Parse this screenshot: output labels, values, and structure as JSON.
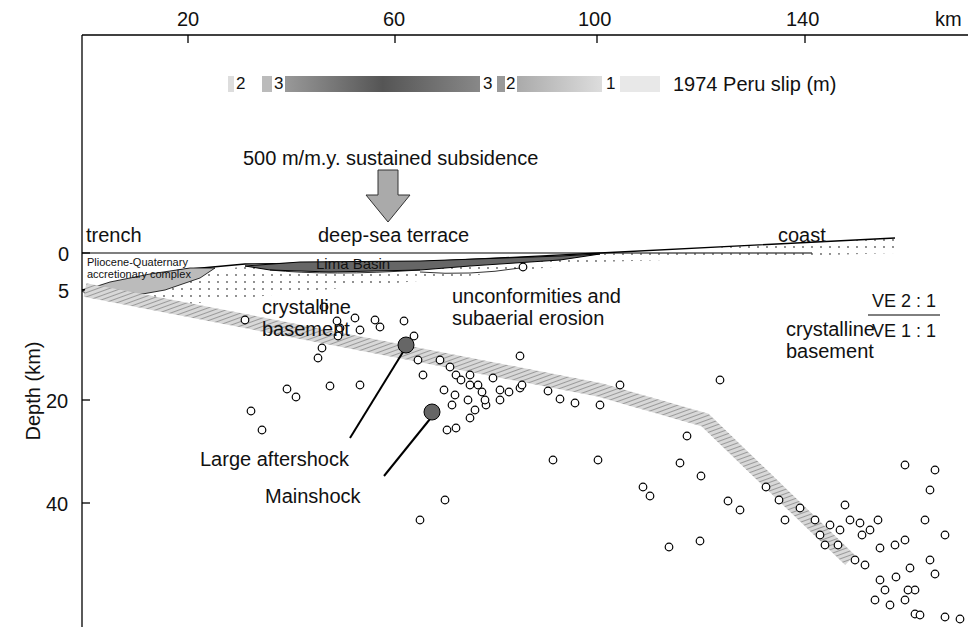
{
  "diagram": {
    "labels": [
      "20",
      "60",
      "100",
      "140",
      "km",
      "2",
      "3",
      "3",
      "2",
      "1",
      "1974 Peru slip (m)",
      "500 m/m.y. sustained subsidence",
      "trench",
      "deep-sea terrace",
      "coast",
      "0",
      "5",
      "Pliocene-Quaternary accretionary complex",
      "Lima Basin",
      "crystalline basement",
      "unconformities and subaerial erosion",
      "crystalline basement",
      "VE 2 : 1",
      "VE 1 : 1",
      "20",
      "40",
      "Depth (km)",
      "Large aftershock",
      "Mainshock"
    ]
  }
}
